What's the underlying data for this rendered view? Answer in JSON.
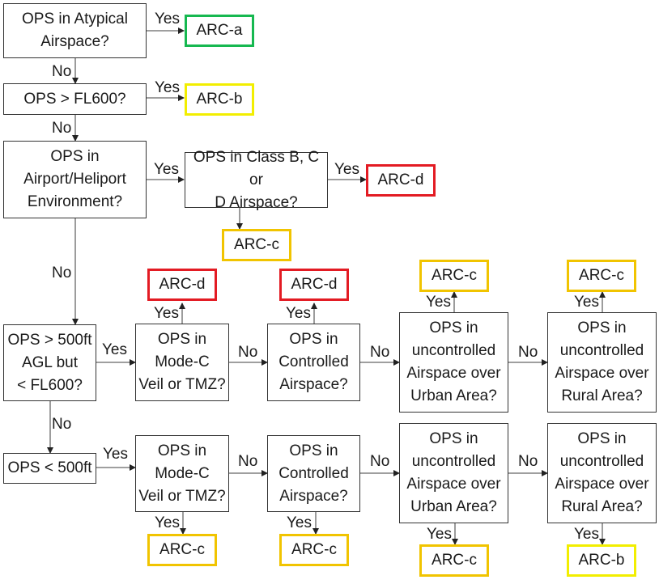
{
  "colors": {
    "arc_a": "#16b850",
    "arc_b": "#f2ee00",
    "arc_c": "#f1c400",
    "arc_d": "#e31b23"
  },
  "nodes": {
    "q_atypical": "OPS in Atypical\nAirspace?",
    "q_fl600": "OPS  > FL600?",
    "q_airport": "OPS in\nAirport/Heliport\nEnvironment?",
    "q_class_bcd": "OPS in Class B, C or\nD Airspace?",
    "q_500_agl": "OPS > 500ft\nAGL but\n< FL600?",
    "q_mid_modec": "OPS in\nMode-C\nVeil or TMZ?",
    "q_mid_controlled": "OPS in\nControlled\nAirspace?",
    "q_mid_urban": "OPS in\nuncontrolled\nAirspace over\nUrban Area?",
    "q_mid_rural": "OPS in\nuncontrolled\nAirspace over\nRural Area?",
    "q_below_500": "OPS < 500ft",
    "q_low_modec": "OPS in\nMode-C\nVeil or TMZ?",
    "q_low_controlled": "OPS in\nControlled\nAirspace?",
    "q_low_urban": "OPS in\nuncontrolled\nAirspace over\nUrban Area?",
    "q_low_rural": "OPS in\nuncontrolled\nAirspace over\nRural Area?"
  },
  "outcomes": {
    "o_atypical": "ARC-a",
    "o_fl600": "ARC-b",
    "o_class_bcd_yes": "ARC-d",
    "o_class_bcd_no": "ARC-c",
    "o_mid_modec": "ARC-d",
    "o_mid_controlled": "ARC-d",
    "o_mid_urban": "ARC-c",
    "o_mid_rural": "ARC-c",
    "o_low_modec": "ARC-c",
    "o_low_controlled": "ARC-c",
    "o_low_urban": "ARC-c",
    "o_low_rural": "ARC-b"
  },
  "labels": {
    "yes": "Yes",
    "no": "No"
  }
}
